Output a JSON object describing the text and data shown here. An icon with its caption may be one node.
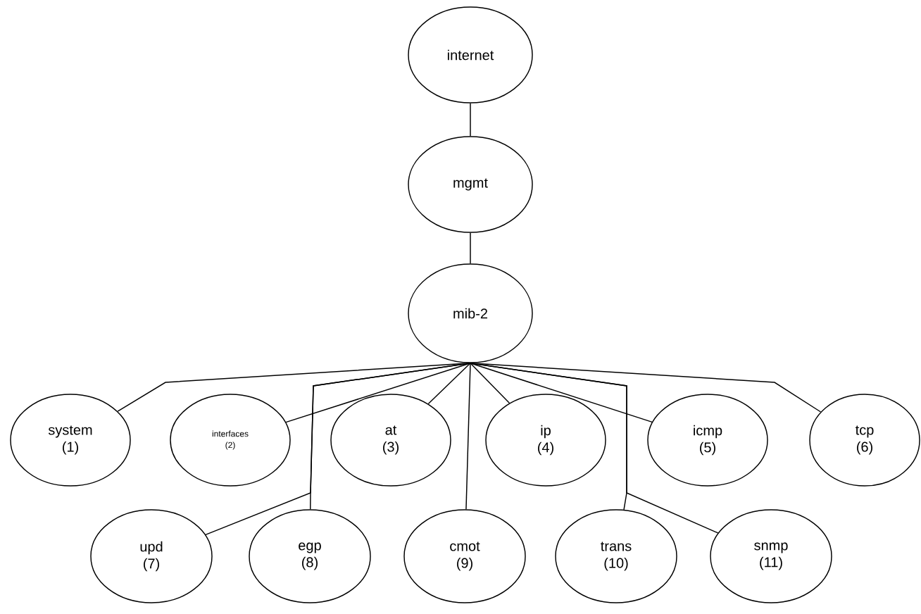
{
  "diagram": {
    "nodes": [
      {
        "text": [
          "internet"
        ]
      },
      {
        "text": [
          "mgmt"
        ]
      },
      {
        "text": [
          "mib-2"
        ]
      },
      {
        "text": [
          "system",
          "(1)"
        ]
      },
      {
        "text": [
          "interfaces",
          "(2)"
        ]
      },
      {
        "text": [
          "at",
          "(3)"
        ]
      },
      {
        "text": [
          "ip",
          "(4)"
        ]
      },
      {
        "text": [
          "icmp",
          "(5)"
        ]
      },
      {
        "text": [
          "tcp",
          "(6)"
        ]
      },
      {
        "text": [
          "upd",
          "(7)"
        ]
      },
      {
        "text": [
          "egp",
          "(8)"
        ]
      },
      {
        "text": [
          "cmot",
          "(9)"
        ]
      },
      {
        "text": [
          "trans",
          "(10)"
        ]
      },
      {
        "text": [
          "snmp",
          "(11)"
        ]
      }
    ],
    "edges": [
      {
        "from": 0,
        "to": 1,
        "arrow": "none"
      },
      {
        "from": 1,
        "to": 2,
        "arrow": "none"
      },
      {
        "from": 2,
        "to": 3,
        "arrow": "none"
      },
      {
        "from": 2,
        "to": 4,
        "arrow": "none"
      },
      {
        "from": 2,
        "to": 5,
        "arrow": "none"
      },
      {
        "from": 2,
        "to": 6,
        "arrow": "none"
      },
      {
        "from": 2,
        "to": 7,
        "arrow": "none"
      },
      {
        "from": 2,
        "to": 8,
        "arrow": "none"
      },
      {
        "from": 2,
        "to": 9,
        "arrow": "none"
      },
      {
        "from": 2,
        "to": 10,
        "arrow": "none"
      },
      {
        "from": 2,
        "to": 11,
        "arrow": "none"
      },
      {
        "from": 2,
        "to": 12,
        "arrow": "none"
      },
      {
        "from": 2,
        "to": 13,
        "arrow": "none"
      }
    ]
  }
}
